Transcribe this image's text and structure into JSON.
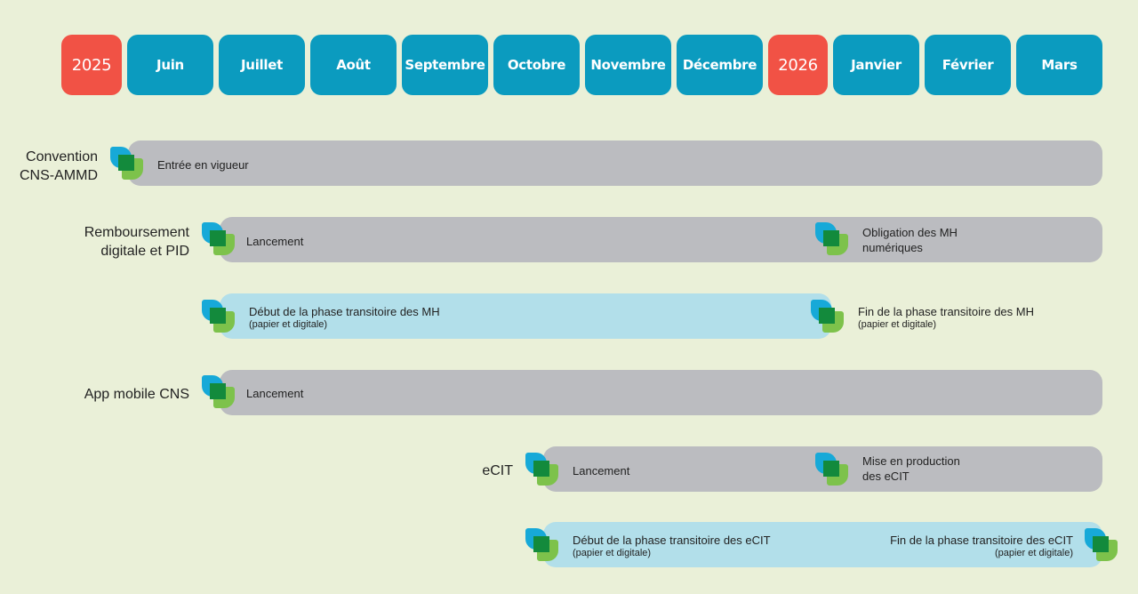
{
  "timeline": {
    "months": [
      "2025",
      "Juin",
      "Juillet",
      "Août",
      "Septembre",
      "Octobre",
      "Novembre",
      "Décembre",
      "2026",
      "Janvier",
      "Février",
      "Mars"
    ]
  },
  "rows": {
    "convention": {
      "label": "Convention\nCNS-AMMD",
      "start": "Entrée en vigueur"
    },
    "remboursement": {
      "label": "Remboursement\ndigitale et PID",
      "start": "Lancement",
      "end": "Obligation des MH\nnumériques"
    },
    "transition_mh": {
      "start_title": "Début de la phase transitoire des MH",
      "start_sub": "(papier et digitale)",
      "end_title": "Fin de la phase transitoire des MH",
      "end_sub": "(papier et digitale)"
    },
    "app_mobile": {
      "label": "App mobile CNS",
      "start": "Lancement"
    },
    "ecit": {
      "label": "eCIT",
      "start": "Lancement",
      "end": "Mise en production\ndes eCIT"
    },
    "transition_ecit": {
      "start_title": "Début de la phase transitoire des eCIT",
      "start_sub": "(papier et digitale)",
      "end_title": "Fin de la phase transitoire des eCIT",
      "end_sub": "(papier et digitale)"
    }
  },
  "colors": {
    "month": "#0b9bbf",
    "year": "#f15245",
    "bar_grey": "#bbbcc0",
    "bar_light": "#b2dfea",
    "background": "#eaf0d8"
  }
}
